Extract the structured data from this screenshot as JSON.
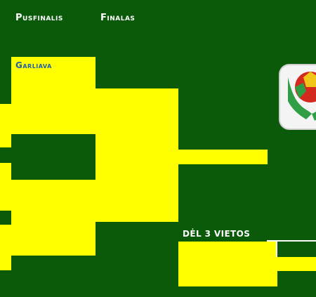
{
  "headers": {
    "semifinals": "Pusfinalis",
    "finals": "Finalas"
  },
  "bracket": {
    "team_top": "Garliava",
    "third_place_label": "DĖL 3 VIETOS"
  },
  "colors": {
    "background": "#0a5a0a",
    "bracket": "#ffff00",
    "header_text": "#ffffff",
    "team_text": "#1f5fa8"
  },
  "icons": {
    "logo": "football-federation-logo-icon"
  }
}
